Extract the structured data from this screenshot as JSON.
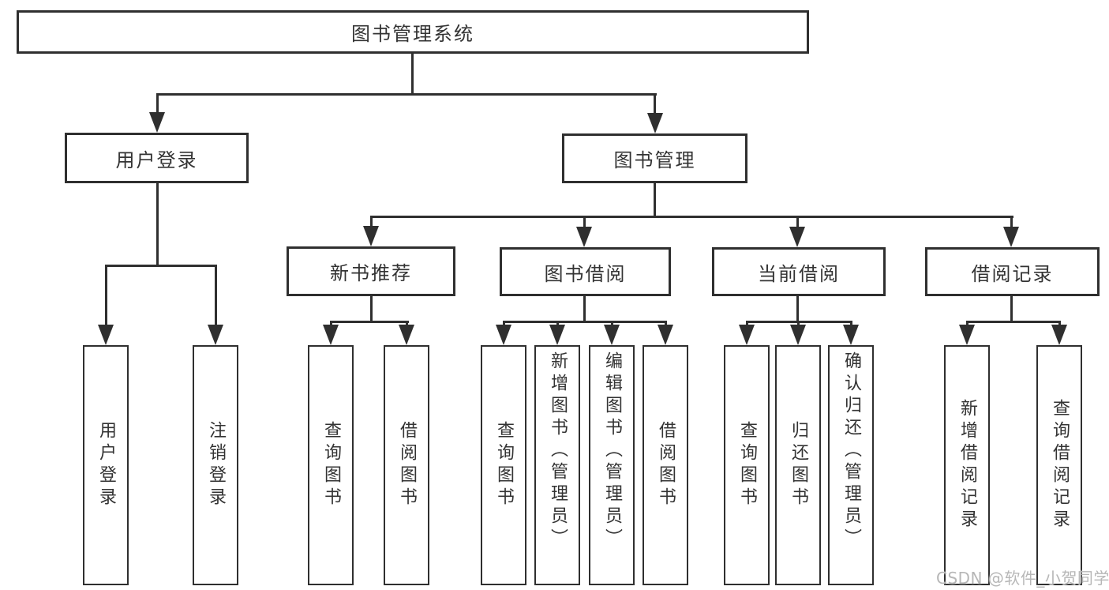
{
  "nodes": {
    "root": "图书管理系统",
    "user_login": "用户登录",
    "book_mgmt": "图书管理",
    "new_book_rec": "新书推荐",
    "book_borrow": "图书借阅",
    "current_borrow": "当前借阅",
    "borrow_record": "借阅记录",
    "leaf_user_login": "用户登录",
    "leaf_logout": "注销登录",
    "leaf_nbr_query": "查询图书",
    "leaf_nbr_borrow": "借阅图书",
    "leaf_bb_query": "查询图书",
    "leaf_bb_add": "新增图书（管理员）",
    "leaf_bb_edit": "编辑图书（管理员）",
    "leaf_bb_borrow": "借阅图书",
    "leaf_cb_query": "查询图书",
    "leaf_cb_return": "归还图书",
    "leaf_cb_confirm": "确认归还（管理员）",
    "leaf_br_add": "新增借阅记录",
    "leaf_br_query": "查询借阅记录"
  },
  "watermark": {
    "text": "CSDN @软件_小贺同学",
    "color": "#b7b7b7"
  },
  "colors": {
    "line": "#2f2f2f",
    "text": "#333333",
    "background": "#ffffff"
  }
}
